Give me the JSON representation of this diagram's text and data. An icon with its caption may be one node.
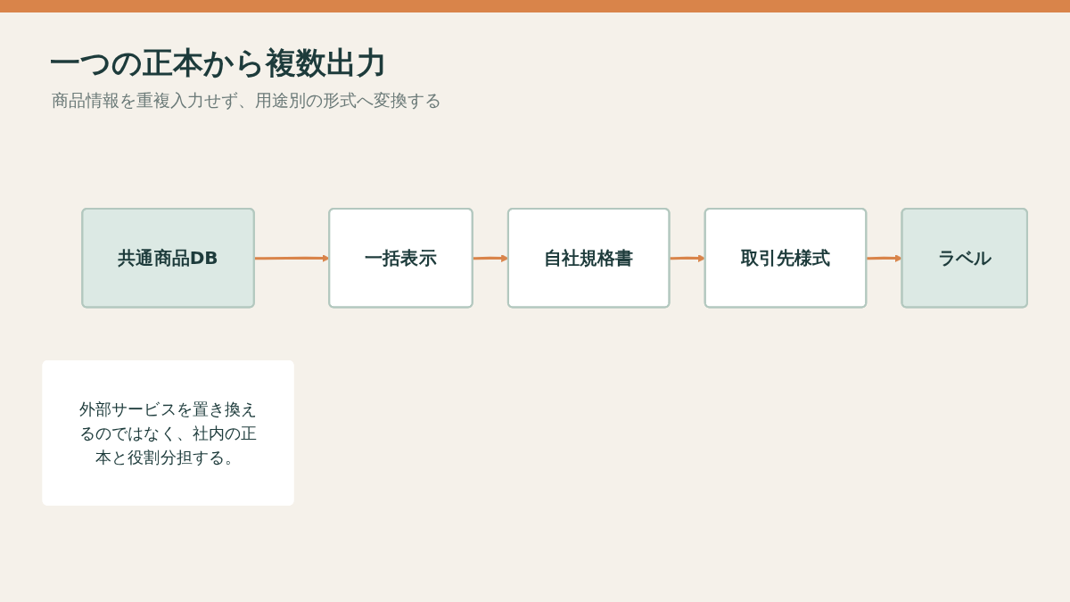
{
  "diagram": {
    "title": "一つの正本から複数出力",
    "nodes": [
      {
        "text": [
          "共通商品DB"
        ]
      },
      {
        "text": [
          "一括表示"
        ]
      },
      {
        "text": [
          "自社規格書"
        ]
      },
      {
        "text": [
          "取引先様式"
        ]
      },
      {
        "text": [
          "ラベル"
        ]
      },
      {
        "text": [
          "外部サービスを置き換えるのではなく、社内の正本と役割分担する。"
        ]
      }
    ],
    "edges": [
      {
        "from": 0,
        "to": 1,
        "arrow": "to"
      },
      {
        "from": 1,
        "to": 2,
        "arrow": "to"
      },
      {
        "from": 2,
        "to": 3,
        "arrow": "to"
      },
      {
        "from": 3,
        "to": 4,
        "arrow": "to"
      }
    ],
    "labels": [
      "商品情報を重複入力せず、用途別の形式へ変換する"
    ]
  }
}
